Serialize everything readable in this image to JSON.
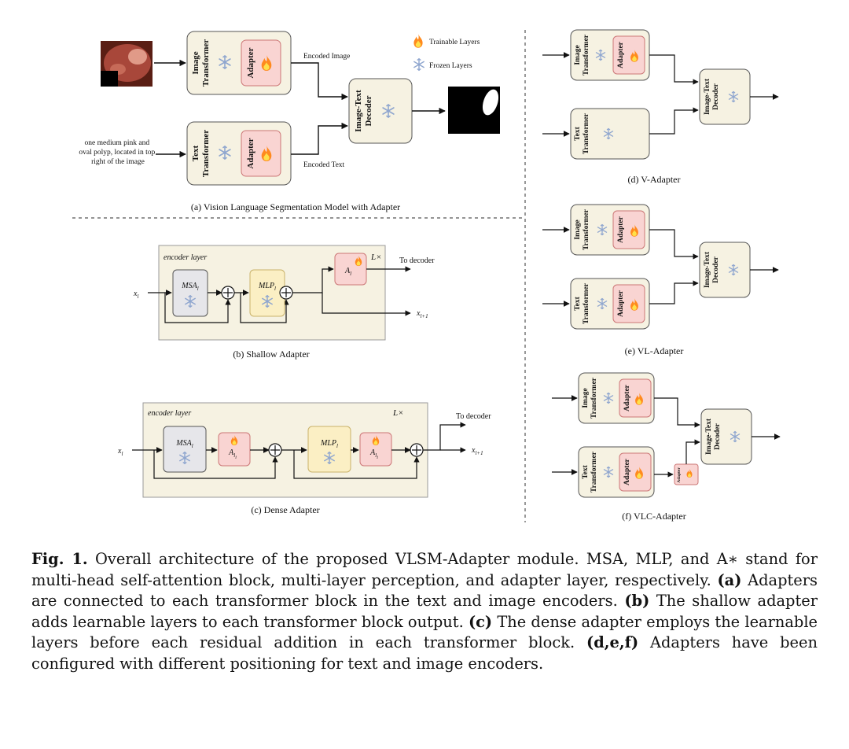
{
  "legend": {
    "trainable": "Trainable Layers",
    "frozen": "Frozen Layers"
  },
  "panel_a": {
    "image_transformer": [
      "Image",
      "Transformer"
    ],
    "text_transformer": [
      "Text",
      "Transformer"
    ],
    "adapter": "Adapter",
    "decoder": [
      "Image-Text",
      "Decoder"
    ],
    "encoded_image": "Encoded Image",
    "encoded_text": "Encoded Text",
    "prompt": [
      "one medium pink and",
      "oval polyp, located in top",
      "right of the image"
    ],
    "title": "(a) Vision Language Segmentation Model with Adapter"
  },
  "panel_b": {
    "encoder_layer": "encoder layer",
    "repeat": "L×",
    "input": "x",
    "input_sub": "l",
    "msa": "MSA",
    "mlp": "MLP",
    "sub": "l",
    "adapter": "A",
    "to_decoder": "To decoder",
    "output": "x",
    "output_sub": "l+1",
    "title": "(b) Shallow Adapter"
  },
  "panel_c": {
    "encoder_layer": "encoder layer",
    "repeat": "L×",
    "input": "x",
    "input_sub": "l",
    "msa": "MSA",
    "mlp": "MLP",
    "sub": "l",
    "adapter": "A",
    "adapter_sub": "l",
    "adapter_subsub": "i",
    "to_decoder": "To decoder",
    "output": "x",
    "output_sub": "l+1",
    "title": "(c) Dense Adapter"
  },
  "panel_d": {
    "title": "(d) V-Adapter"
  },
  "panel_e": {
    "title": "(e) VL-Adapter"
  },
  "panel_f": {
    "title": "(f) VLC-Adapter"
  },
  "caption": {
    "fig_label": "Fig. 1.",
    "intro": " Overall architecture of the proposed VLSM-Adapter module. MSA, MLP, and A∗ stand for multi-head self-attention block, multi-layer perception, and adapter layer, respectively. ",
    "a_label": "(a)",
    "a_text": " Adapters are connected to each transformer block in the text and image encoders. ",
    "b_label": "(b)",
    "b_text": " The shallow adapter adds learnable layers to each transformer block output. ",
    "c_label": "(c)",
    "c_text": " The dense adapter employs the learnable layers before each residual addition in each transformer block. ",
    "def_label": "(d,e,f)",
    "def_text": " Adapters have been configured with different positioning for text and image encoders."
  },
  "colors": {
    "block_fill": "#f6f2e2",
    "adapter_fill": "#f9d4d2",
    "msa_fill": "#e6e6ea",
    "mlp_fill": "#fbefc4",
    "frozen_icon": "#8fa6cf",
    "flame_outer": "#ff8a1e",
    "flame_inner": "#ffe04a"
  }
}
